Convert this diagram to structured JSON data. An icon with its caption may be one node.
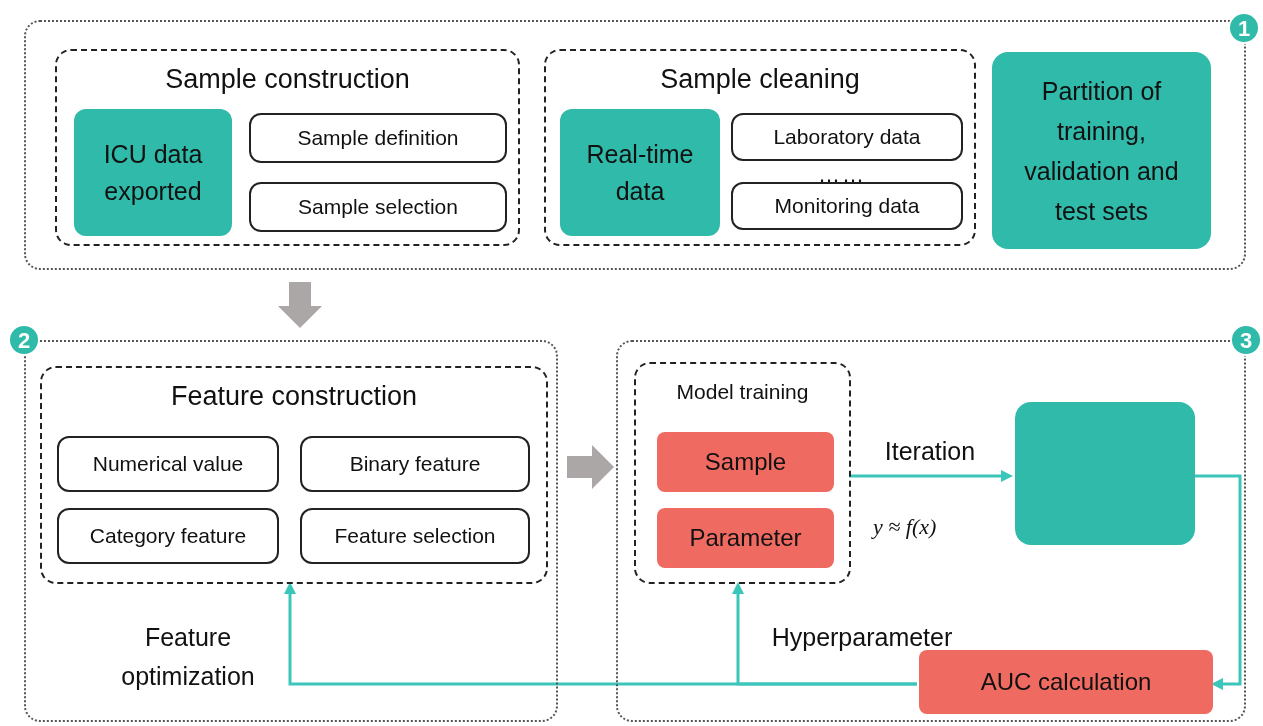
{
  "diagram": {
    "nodes": [
      {
        "text": [],
        "shape": "box"
      },
      {
        "text": [
          "1"
        ]
      },
      {
        "text": [
          "Sample construction"
        ],
        "in": 0
      },
      {
        "text": [
          "ICU data exported"
        ],
        "in": 2
      },
      {
        "text": [
          "Sample definition"
        ],
        "in": 2
      },
      {
        "text": [
          "Sample selection"
        ],
        "in": 2
      },
      {
        "text": [
          "Sample cleaning"
        ],
        "in": 0
      },
      {
        "text": [
          "Real-time data"
        ],
        "in": 6
      },
      {
        "text": [
          "Laboratory data"
        ],
        "in": 6
      },
      {
        "text": [
          "Monitoring data"
        ],
        "in": 6
      },
      {
        "text": [
          "Partition of training, validation and test sets"
        ],
        "in": 0
      },
      {
        "text": [],
        "shape": "box"
      },
      {
        "text": [
          "2"
        ]
      },
      {
        "text": [
          "Feature construction"
        ],
        "in": 11
      },
      {
        "text": [
          "Numerical value"
        ],
        "in": 13
      },
      {
        "text": [
          "Binary feature"
        ],
        "in": 13
      },
      {
        "text": [
          "Category feature"
        ],
        "in": 13
      },
      {
        "text": [
          "Feature selection"
        ],
        "in": 13
      },
      {
        "text": [],
        "shape": "box"
      },
      {
        "text": [
          "3"
        ]
      },
      {
        "text": [
          "Model training"
        ],
        "in": 18
      },
      {
        "text": [
          "Sample"
        ],
        "in": 20
      },
      {
        "text": [
          "Parameter"
        ],
        "in": 20
      },
      {
        "text": [],
        "shape": "box",
        "in": 18
      },
      {
        "text": [
          "AUC calculation"
        ],
        "in": 18
      }
    ],
    "edges": [
      {
        "from": 0,
        "to": 11,
        "arrow": "to",
        "style": "thick",
        "color": "#aba7a6"
      },
      {
        "from": 11,
        "to": 18,
        "arrow": "to",
        "style": "thick",
        "color": "#aba7a6"
      },
      {
        "from": 20,
        "to": 23,
        "arrow": "to",
        "label": "Iteration"
      },
      {
        "from": 23,
        "to": 24,
        "arrow": "to"
      },
      {
        "from": 24,
        "to": 20,
        "arrow": "to",
        "label": "Hyperparameter"
      },
      {
        "from": 24,
        "to": 13,
        "arrow": "to",
        "label": "Feature optimization"
      }
    ],
    "labels": [
      "……",
      "y ≈ f(x)"
    ]
  }
}
